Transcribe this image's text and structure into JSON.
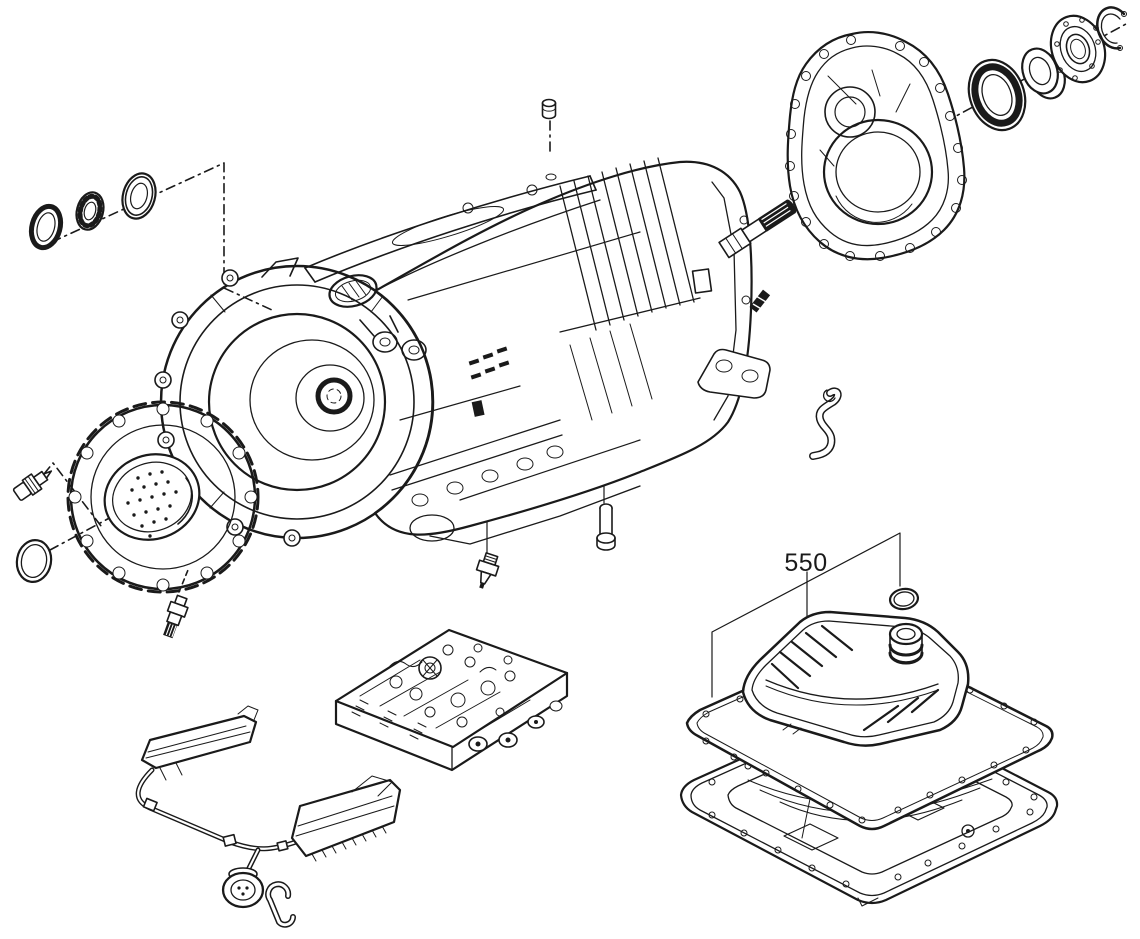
{
  "diagram": {
    "kind": "exploded-parts-diagram",
    "subject": "automatic-transmission-assembly",
    "background_color": "#ffffff",
    "line_color": "#1a1a1a",
    "callouts": [
      {
        "label": "550"
      }
    ],
    "parts": [
      "input-seal-ring",
      "toothed-lock-washer",
      "front-oil-seal",
      "fill-plug",
      "transmission-case",
      "bell-housing-opening",
      "top-cover-opening",
      "output-shaft",
      "extension-housing",
      "output-shaft-oil-seal",
      "seal-sleeve",
      "rear-bearing-retainer",
      "snap-ring",
      "front-pump-housing",
      "pressure-sensor",
      "o-ring-seal",
      "output-speed-sensor",
      "pressure-switch",
      "stud-bolt",
      "harness-bracket-hook",
      "valve-body",
      "internal-wiring-harness",
      "case-connector",
      "wire-hook-clip",
      "oil-filter",
      "filter-o-ring",
      "pan-gasket",
      "oil-pan"
    ]
  }
}
